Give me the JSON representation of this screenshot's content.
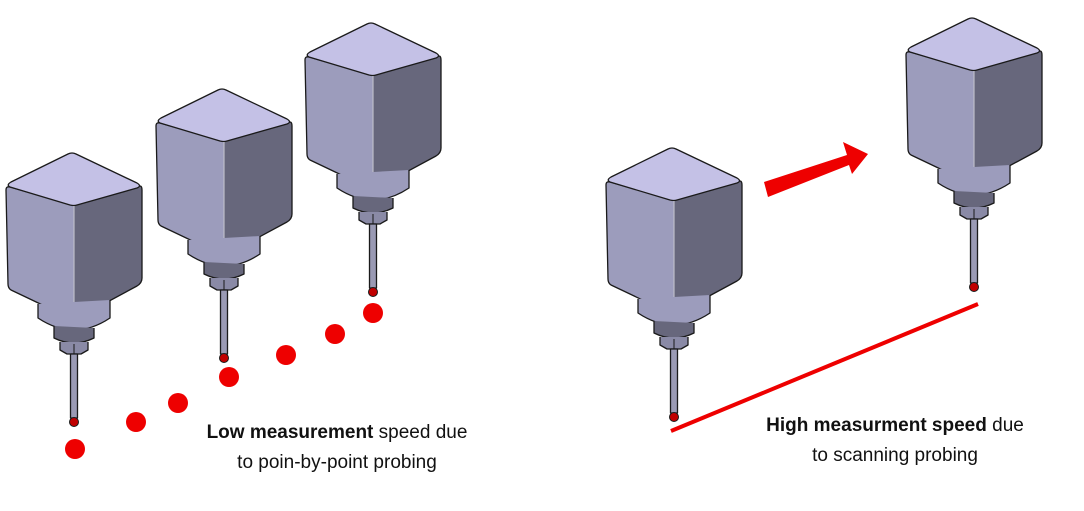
{
  "colors": {
    "top": "#c4c1e6",
    "front": "#9c9cbc",
    "side": "#67677c",
    "edge": "#1a1a1a",
    "mark": "#ee0000",
    "tip": "#c00000"
  },
  "left_caption": {
    "bold": "Low measurement",
    "rest": " speed due",
    "line2": "to poin-by-point probing"
  },
  "right_caption": {
    "bold": "High measurment speed",
    "rest": " due",
    "line2": "to scanning probing"
  }
}
